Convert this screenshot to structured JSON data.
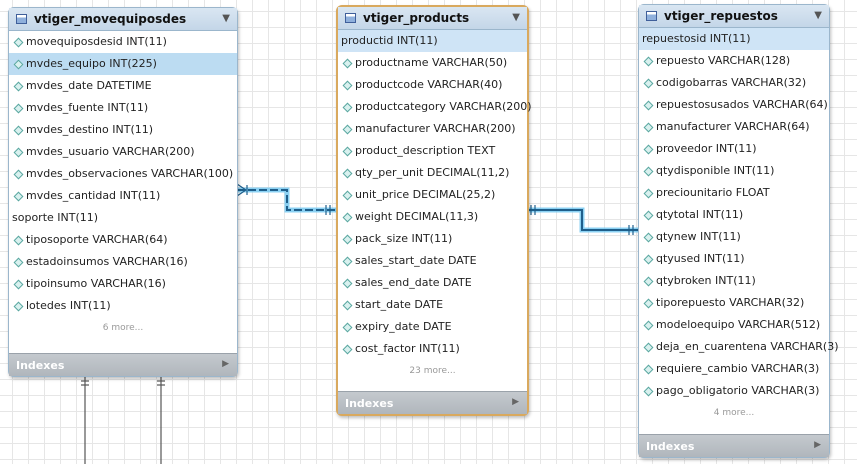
{
  "tables": {
    "movequipos": {
      "name": "vtiger_movequiposdes",
      "columns": [
        {
          "text": "movequiposdesid INT(11)",
          "kind": "diamond"
        },
        {
          "text": "mvdes_equipo INT(225)",
          "kind": "diamond",
          "highlight": true
        },
        {
          "text": "mvdes_date DATETIME",
          "kind": "diamond"
        },
        {
          "text": "mvdes_fuente INT(11)",
          "kind": "diamond"
        },
        {
          "text": "mvdes_destino INT(11)",
          "kind": "diamond"
        },
        {
          "text": "mvdes_usuario VARCHAR(200)",
          "kind": "diamond"
        },
        {
          "text": "mvdes_observaciones VARCHAR(100)",
          "kind": "diamond"
        },
        {
          "text": "mvdes_cantidad INT(11)",
          "kind": "diamond"
        },
        {
          "text": "soporte INT(11)",
          "kind": "plain"
        },
        {
          "text": "tiposoporte VARCHAR(64)",
          "kind": "diamond"
        },
        {
          "text": "estadoinsumos VARCHAR(16)",
          "kind": "diamond"
        },
        {
          "text": "tipoinsumo VARCHAR(16)",
          "kind": "diamond"
        },
        {
          "text": "lotedes INT(11)",
          "kind": "diamond"
        }
      ],
      "more": "6 more...",
      "indexes": "Indexes"
    },
    "products": {
      "name": "vtiger_products",
      "columns": [
        {
          "text": "productid INT(11)",
          "kind": "pk"
        },
        {
          "text": "productname VARCHAR(50)",
          "kind": "diamond"
        },
        {
          "text": "productcode VARCHAR(40)",
          "kind": "diamond"
        },
        {
          "text": "productcategory VARCHAR(200)",
          "kind": "diamond"
        },
        {
          "text": "manufacturer VARCHAR(200)",
          "kind": "diamond"
        },
        {
          "text": "product_description TEXT",
          "kind": "diamond"
        },
        {
          "text": "qty_per_unit DECIMAL(11,2)",
          "kind": "diamond"
        },
        {
          "text": "unit_price DECIMAL(25,2)",
          "kind": "diamond"
        },
        {
          "text": "weight DECIMAL(11,3)",
          "kind": "diamond"
        },
        {
          "text": "pack_size INT(11)",
          "kind": "diamond"
        },
        {
          "text": "sales_start_date DATE",
          "kind": "diamond"
        },
        {
          "text": "sales_end_date DATE",
          "kind": "diamond"
        },
        {
          "text": "start_date DATE",
          "kind": "diamond"
        },
        {
          "text": "expiry_date DATE",
          "kind": "diamond"
        },
        {
          "text": "cost_factor INT(11)",
          "kind": "diamond"
        }
      ],
      "more": "23 more...",
      "indexes": "Indexes"
    },
    "repuestos": {
      "name": "vtiger_repuestos",
      "columns": [
        {
          "text": "repuestosid INT(11)",
          "kind": "pk"
        },
        {
          "text": "repuesto VARCHAR(128)",
          "kind": "diamond"
        },
        {
          "text": "codigobarras VARCHAR(32)",
          "kind": "diamond"
        },
        {
          "text": "repuestosusados VARCHAR(64)",
          "kind": "diamond"
        },
        {
          "text": "manufacturer VARCHAR(64)",
          "kind": "diamond"
        },
        {
          "text": "proveedor INT(11)",
          "kind": "diamond"
        },
        {
          "text": "qtydisponible INT(11)",
          "kind": "diamond"
        },
        {
          "text": "preciounitario FLOAT",
          "kind": "diamond"
        },
        {
          "text": "qtytotal INT(11)",
          "kind": "diamond"
        },
        {
          "text": "qtynew INT(11)",
          "kind": "diamond"
        },
        {
          "text": "qtyused INT(11)",
          "kind": "diamond"
        },
        {
          "text": "qtybroken INT(11)",
          "kind": "diamond"
        },
        {
          "text": "tiporepuesto VARCHAR(32)",
          "kind": "diamond"
        },
        {
          "text": "modeloequipo VARCHAR(512)",
          "kind": "diamond"
        },
        {
          "text": "deja_en_cuarentena VARCHAR(3)",
          "kind": "diamond"
        },
        {
          "text": "requiere_cambio VARCHAR(3)",
          "kind": "diamond"
        },
        {
          "text": "pago_obligatorio VARCHAR(3)",
          "kind": "diamond"
        }
      ],
      "more": "4 more...",
      "indexes": "Indexes"
    }
  },
  "colors": {
    "relationship_line": "#1f5f8b",
    "relationship_glow": "#6ec6f0",
    "selected_border": "#d9a95e"
  }
}
